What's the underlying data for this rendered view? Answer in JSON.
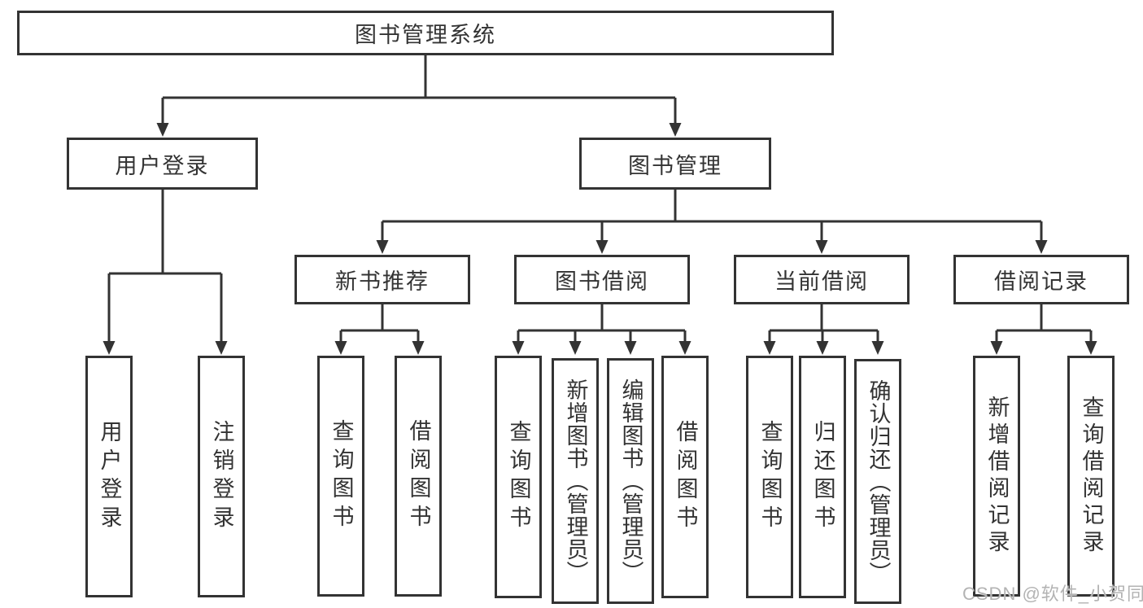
{
  "colors": {
    "line": "#333333",
    "text": "#333333",
    "box_background": "#ffffff",
    "page_background": "#ffffff",
    "watermark": "#b3b3b3"
  },
  "tree": {
    "label": "图书管理系统",
    "children": [
      {
        "label": "用户登录",
        "children": [
          {
            "label": "用户登录"
          },
          {
            "label": "注销登录"
          }
        ]
      },
      {
        "label": "图书管理",
        "children": [
          {
            "label": "新书推荐",
            "children": [
              {
                "label": "查询图书"
              },
              {
                "label": "借阅图书"
              }
            ]
          },
          {
            "label": "图书借阅",
            "children": [
              {
                "label": "查询图书"
              },
              {
                "label": "新增图书（管理员）"
              },
              {
                "label": "编辑图书（管理员）"
              },
              {
                "label": "借阅图书"
              }
            ]
          },
          {
            "label": "当前借阅",
            "children": [
              {
                "label": "查询图书"
              },
              {
                "label": "归还图书"
              },
              {
                "label": "确认归还（管理员）"
              }
            ]
          },
          {
            "label": "借阅记录",
            "children": [
              {
                "label": "新增借阅记录"
              },
              {
                "label": "查询借阅记录"
              }
            ]
          }
        ]
      }
    ]
  },
  "watermark": "CSDN @软件_小贺同学"
}
